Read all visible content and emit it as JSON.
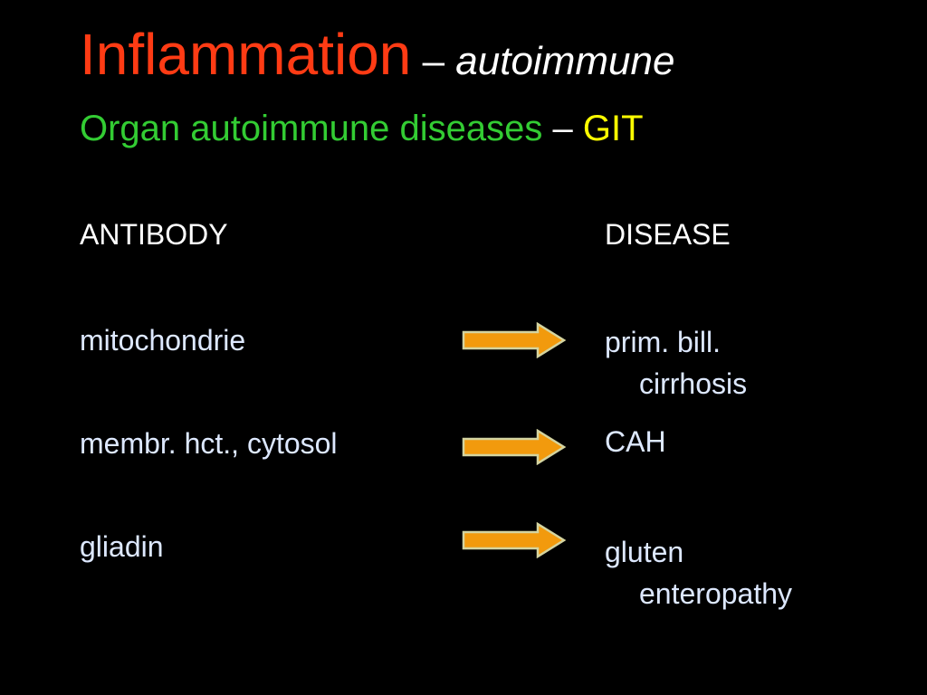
{
  "title": {
    "main": "Inflammation",
    "dash": " – ",
    "sub": "autoimmune"
  },
  "subtitle": {
    "green": "Organ autoimmune diseases ",
    "dash": " – ",
    "yellow": "GIT"
  },
  "headers": {
    "antibody": "ANTIBODY",
    "disease": "DISEASE"
  },
  "rows": [
    {
      "antibody": "mitochondrie",
      "disease_line1": "prim. bill.",
      "disease_line2": "cirrhosis"
    },
    {
      "antibody": "membr. hct., cytosol",
      "disease_line1": "CAH",
      "disease_line2": ""
    },
    {
      "antibody": "gliadin",
      "disease_line1": "gluten",
      "disease_line2": "enteropathy"
    }
  ],
  "colors": {
    "background": "#000000",
    "title": "#ff3b14",
    "subtitle_green": "#33cc33",
    "subtitle_yellow": "#ffff00",
    "arrow_fill": "#f29a0d",
    "arrow_stroke": "#d4d4a0"
  }
}
